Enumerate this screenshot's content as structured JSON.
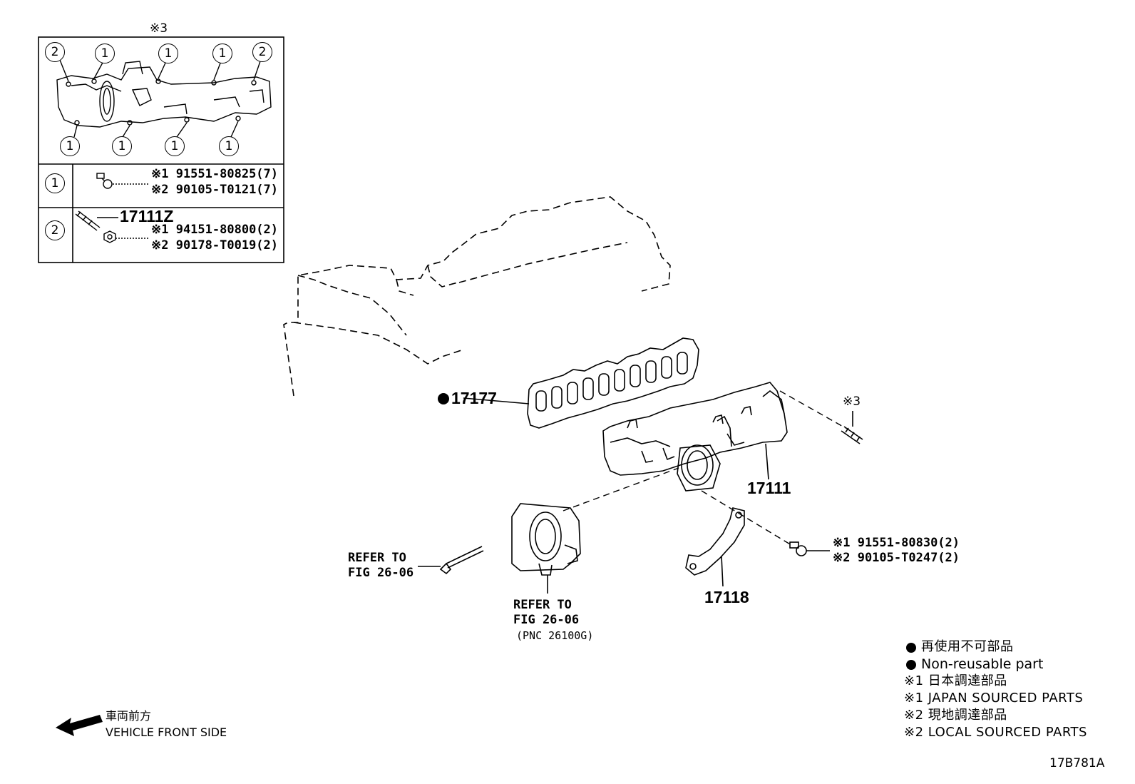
{
  "inset": {
    "note_mark": "※3",
    "callouts_top": [
      "2",
      "1",
      "1",
      "1",
      "2"
    ],
    "callouts_bottom": [
      "1",
      "1",
      "1",
      "1"
    ],
    "rows": [
      {
        "key": "1",
        "lines": [
          "※1 91551-80825(7)",
          "※2 90105-T0121(7)"
        ]
      },
      {
        "key": "2",
        "stud": "17111Z",
        "lines": [
          "※1 94151-80800(2)",
          "※2 90178-T0019(2)"
        ]
      }
    ]
  },
  "parts": {
    "gasket": "17177",
    "manifold": "17111",
    "stud_mark": "※3",
    "bracket": "17118",
    "bolt_lines": [
      "※1 91551-80830(2)",
      "※2 90105-T0247(2)"
    ],
    "refer_left": [
      "REFER TO",
      "FIG 26-06"
    ],
    "refer_bottom": [
      "REFER TO",
      "FIG 26-06",
      "(PNC 26100G)"
    ]
  },
  "legend": {
    "items": [
      "再使用不可部品",
      "Non-reusable part",
      "※1 日本調達部品",
      "※1 JAPAN SOURCED PARTS",
      "※2 現地調達部品",
      "※2 LOCAL SOURCED PARTS"
    ]
  },
  "front": {
    "jp": "車両前方",
    "en": "VEHICLE FRONT SIDE"
  },
  "figure_id": "17B781A"
}
